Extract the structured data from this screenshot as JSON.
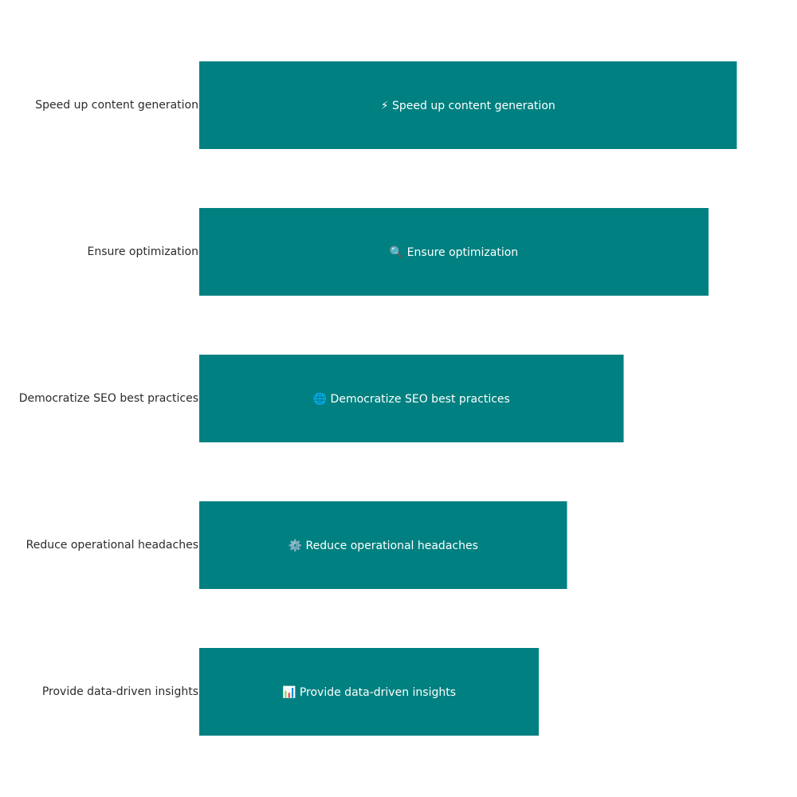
{
  "chart_data": {
    "type": "bar",
    "orientation": "horizontal",
    "categories": [
      "Speed up content generation",
      "Ensure optimization",
      "Democratize SEO best practices",
      "Reduce operational headaches",
      "Provide data-driven insights"
    ],
    "bar_labels": [
      "⚡ Speed up content generation",
      "🔍 Ensure optimization",
      "🌐 Democratize SEO best practices",
      "⚙️ Reduce operational headaches",
      "📊 Provide data-driven insights"
    ],
    "bar_icons": [
      "lightning-icon",
      "magnifier-icon",
      "globe-icon",
      "gear-icon",
      "bar-chart-icon"
    ],
    "values": [
      95,
      90,
      75,
      65,
      60
    ],
    "xlim": [
      0,
      100
    ],
    "title": "",
    "xlabel": "",
    "ylabel": "",
    "grid": false,
    "legend": "none",
    "bar_color": "#008080",
    "bar_text_color": "#ffffff",
    "label_color": "#2b2b2b"
  }
}
